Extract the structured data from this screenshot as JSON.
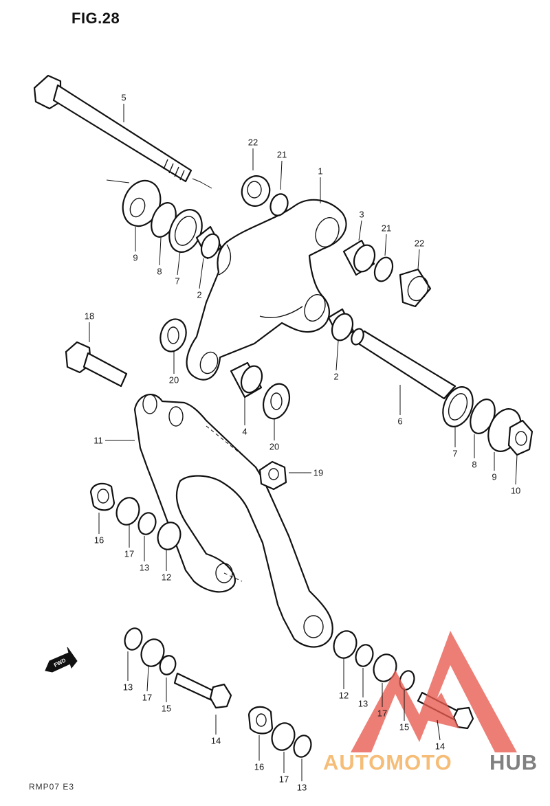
{
  "figure": {
    "title": "FIG.28",
    "code": "RMP07  E3"
  },
  "callouts": [
    {
      "id": "c5",
      "text": "5"
    },
    {
      "id": "c22a",
      "text": "22"
    },
    {
      "id": "c21a",
      "text": "21"
    },
    {
      "id": "c1",
      "text": "1"
    },
    {
      "id": "c3",
      "text": "3"
    },
    {
      "id": "c21b",
      "text": "21"
    },
    {
      "id": "c22b",
      "text": "22"
    },
    {
      "id": "c9a",
      "text": "9"
    },
    {
      "id": "c8a",
      "text": "8"
    },
    {
      "id": "c7a",
      "text": "7"
    },
    {
      "id": "c2a",
      "text": "2"
    },
    {
      "id": "c18",
      "text": "18"
    },
    {
      "id": "c20a",
      "text": "20"
    },
    {
      "id": "c2b",
      "text": "2"
    },
    {
      "id": "c6",
      "text": "6"
    },
    {
      "id": "c4",
      "text": "4"
    },
    {
      "id": "c20b",
      "text": "20"
    },
    {
      "id": "c11",
      "text": "11"
    },
    {
      "id": "c19",
      "text": "19"
    },
    {
      "id": "c7b",
      "text": "7"
    },
    {
      "id": "c8b",
      "text": "8"
    },
    {
      "id": "c9b",
      "text": "9"
    },
    {
      "id": "c10",
      "text": "10"
    },
    {
      "id": "c16a",
      "text": "16"
    },
    {
      "id": "c17a",
      "text": "17"
    },
    {
      "id": "c13a",
      "text": "13"
    },
    {
      "id": "c12a",
      "text": "12"
    },
    {
      "id": "c13b",
      "text": "13"
    },
    {
      "id": "c17b",
      "text": "17"
    },
    {
      "id": "c15a",
      "text": "15"
    },
    {
      "id": "c14a",
      "text": "14"
    },
    {
      "id": "c12b",
      "text": "12"
    },
    {
      "id": "c13c",
      "text": "13"
    },
    {
      "id": "c17c",
      "text": "17"
    },
    {
      "id": "c15b",
      "text": "15"
    },
    {
      "id": "c14b",
      "text": "14"
    },
    {
      "id": "c16b",
      "text": "16"
    },
    {
      "id": "c17d",
      "text": "17"
    },
    {
      "id": "c13d",
      "text": "13"
    }
  ],
  "forward_marker": {
    "label": "FWD",
    "icon": "forward-arrow-icon"
  },
  "watermark": {
    "text_part1": "AUTOMOTO",
    "text_part2": "HUB",
    "icon": "triangle-logo-icon",
    "colors": {
      "triangle": "#e85a4f",
      "text_accent": "#f2a84a",
      "text_dark": "#6b6b6b"
    }
  }
}
